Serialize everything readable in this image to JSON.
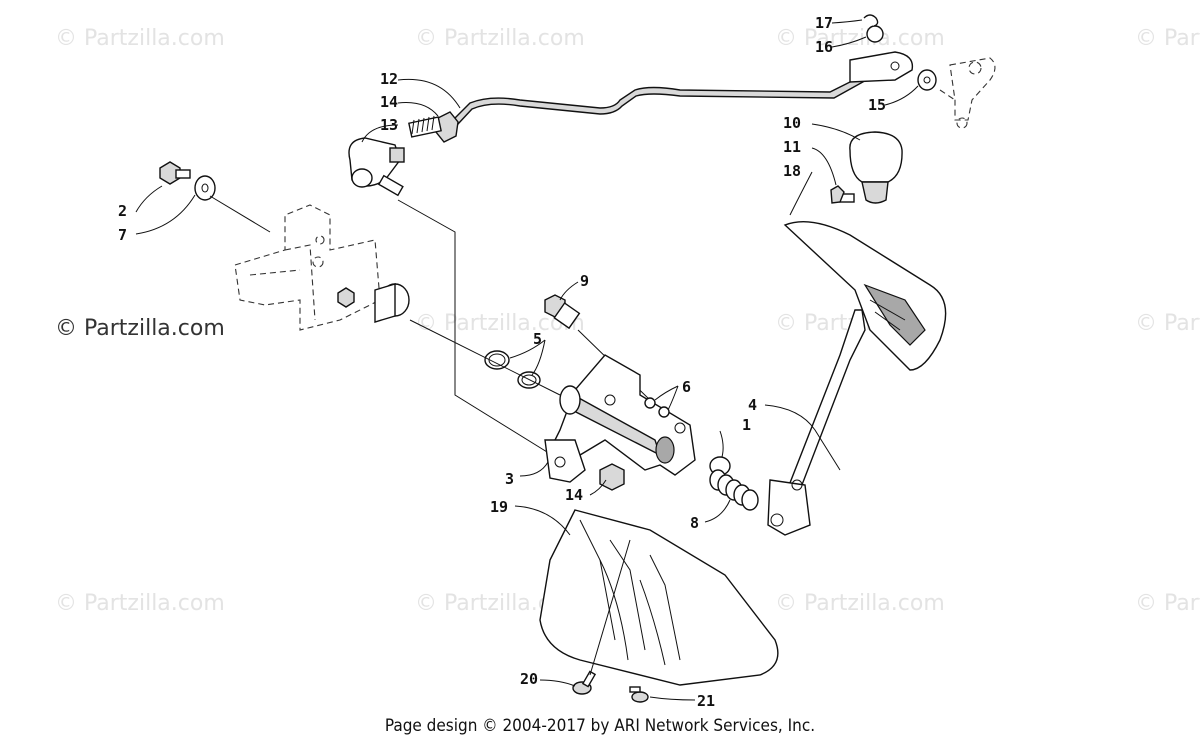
{
  "watermark": "© Partzilla.com",
  "footer": "Page design © 2004-2017 by ARI Network Services, Inc.",
  "callouts": {
    "c1": "1",
    "c2": "2",
    "c3": "3",
    "c4": "4",
    "c5": "5",
    "c6": "6",
    "c7": "7",
    "c8": "8",
    "c9": "9",
    "c10": "10",
    "c11": "11",
    "c12": "12",
    "c13": "13",
    "c14a": "14",
    "c14b": "14",
    "c15": "15",
    "c16": "16",
    "c17": "17",
    "c18": "18",
    "c19": "19",
    "c20": "20",
    "c21": "21"
  }
}
